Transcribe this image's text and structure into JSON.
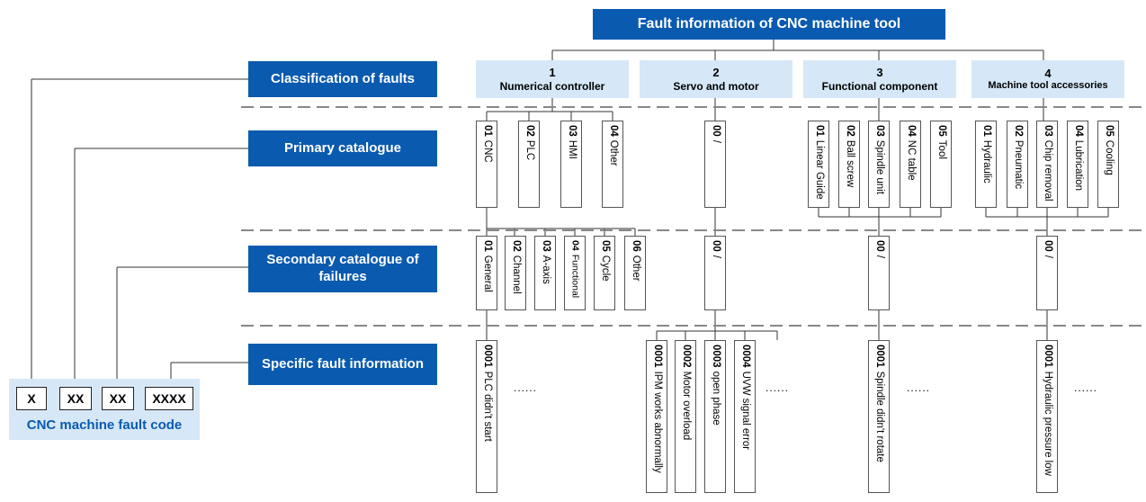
{
  "title": "Fault information of CNC machine tool",
  "levels": {
    "classification": "Classification of faults",
    "primary": "Primary catalogue",
    "secondary": "Secondary catalogue of failures",
    "specific": "Specific fault information"
  },
  "classes": [
    {
      "num": "1",
      "name": "Numerical controller"
    },
    {
      "num": "2",
      "name": "Servo and motor"
    },
    {
      "num": "3",
      "name": "Functional component"
    },
    {
      "num": "4",
      "name": "Machine tool accessories"
    }
  ],
  "primary": {
    "c1": [
      [
        "01",
        "CNC"
      ],
      [
        "02",
        "PLC"
      ],
      [
        "03",
        "HMI"
      ],
      [
        "04",
        "Other"
      ]
    ],
    "c2": [
      [
        "00",
        "/"
      ]
    ],
    "c3": [
      [
        "01",
        "Linear Guide"
      ],
      [
        "02",
        "Ball screw"
      ],
      [
        "03",
        "Spindle unit"
      ],
      [
        "04",
        "NC table"
      ],
      [
        "05",
        "Tool"
      ]
    ],
    "c4": [
      [
        "01",
        "Hydraulic"
      ],
      [
        "02",
        "Pneumatic"
      ],
      [
        "03",
        "Chip removal"
      ],
      [
        "04",
        "Lubrication"
      ],
      [
        "05",
        "Cooling"
      ]
    ]
  },
  "secondary": {
    "c1": [
      [
        "01",
        "General"
      ],
      [
        "02",
        "Channel"
      ],
      [
        "03",
        "A-axis"
      ],
      [
        "04",
        "Functional"
      ],
      [
        "05",
        "Cycle"
      ],
      [
        "06",
        "Other"
      ]
    ],
    "c2": [
      [
        "00",
        "/"
      ]
    ],
    "c3": [
      [
        "00",
        "/"
      ]
    ],
    "c4": [
      [
        "00",
        "/"
      ]
    ]
  },
  "specific": {
    "c1": [
      [
        "0001",
        "PLC didn't start"
      ]
    ],
    "c2": [
      [
        "0001",
        "IPM works abnormally"
      ],
      [
        "0002",
        "Motor overload"
      ],
      [
        "0003",
        "open phase"
      ],
      [
        "0004",
        "UVW signal error"
      ]
    ],
    "c3": [
      [
        "0001",
        "Spindle didn't rotate"
      ]
    ],
    "c4": [
      [
        "0001",
        "Hydraulic pressure low"
      ]
    ]
  },
  "ellipsis": "......",
  "fault_code": {
    "parts": [
      "X",
      "XX",
      "XX",
      "XXXX"
    ],
    "label": "CNC machine fault code"
  }
}
